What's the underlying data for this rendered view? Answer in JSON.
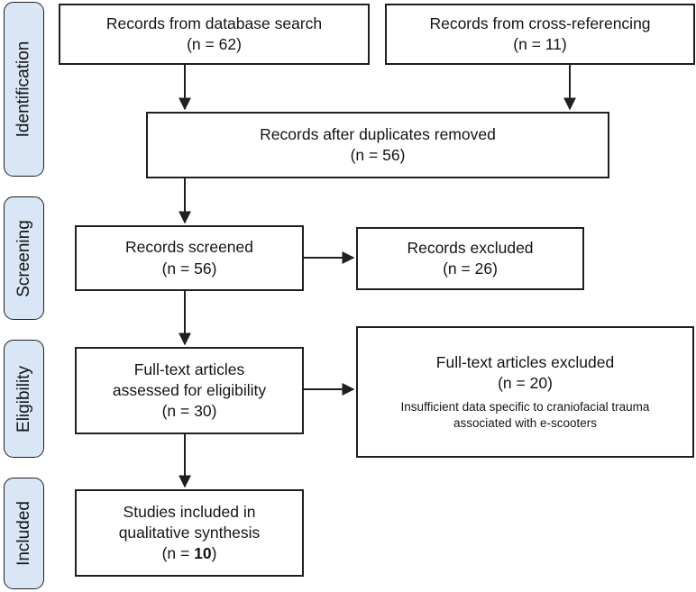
{
  "stages": [
    {
      "label": "Identification"
    },
    {
      "label": "Screening"
    },
    {
      "label": "Eligibility"
    },
    {
      "label": "Included"
    }
  ],
  "boxes": {
    "database_search": {
      "line1": "Records from database search",
      "count": "(n = 62)"
    },
    "cross_referencing": {
      "line1": "Records from cross-referencing",
      "count": "(n = 11)"
    },
    "duplicates_removed": {
      "line1": "Records after duplicates removed",
      "count": "(n = 56)"
    },
    "records_screened": {
      "line1": "Records screened",
      "count": "(n = 56)"
    },
    "records_excluded": {
      "line1": "Records excluded",
      "count": "(n = 26)"
    },
    "fulltext_assessed": {
      "line1": "Full-text articles",
      "line2": "assessed for eligibility",
      "count": "(n = 30)"
    },
    "fulltext_excluded": {
      "line1": "Full-text articles excluded",
      "count": "(n = 20)",
      "note": "Insufficient data specific to craniofacial trauma associated with e-scooters"
    },
    "studies_included": {
      "line1": "Studies included in",
      "line2": "qualitative synthesis",
      "count_prefix": "(n = ",
      "count_bold": "10",
      "count_suffix": ")"
    }
  },
  "colors": {
    "stage_fill": "#d9e6f6",
    "box_border": "#1f1f1f",
    "text": "#141414"
  }
}
